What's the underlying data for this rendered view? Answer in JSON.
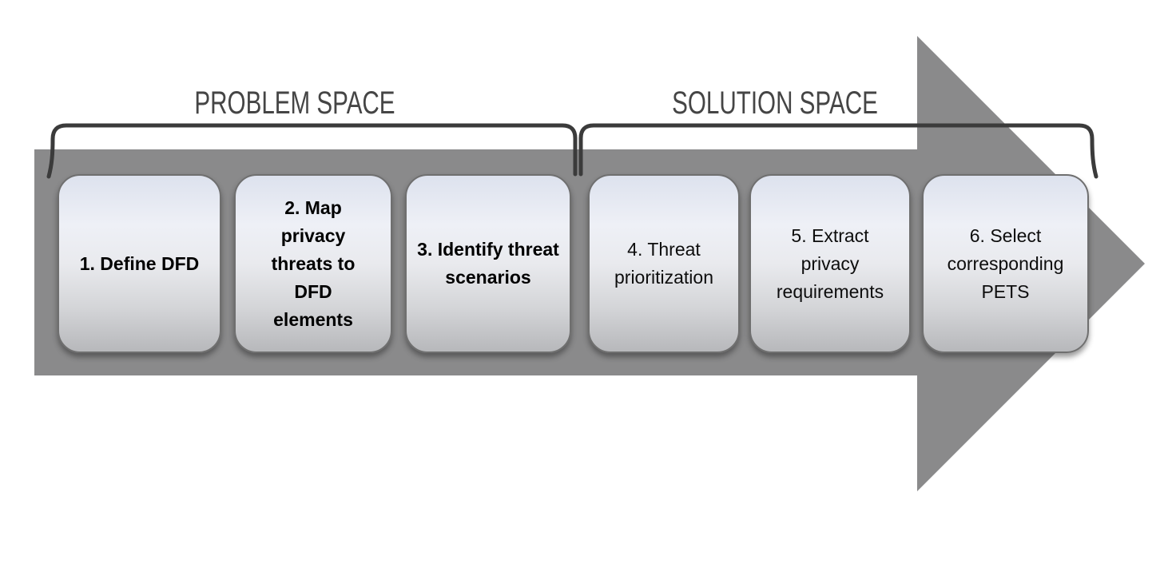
{
  "diagram": {
    "type": "process-flow-arrow",
    "spaces": {
      "problem": {
        "label": "PROBLEM SPACE",
        "covers_steps": [
          1,
          2,
          3
        ]
      },
      "solution": {
        "label": "SOLUTION SPACE",
        "covers_steps": [
          4,
          5,
          6
        ]
      }
    },
    "steps": [
      {
        "number": 1,
        "label": "1. Define DFD",
        "space": "problem",
        "emphasis": "bold"
      },
      {
        "number": 2,
        "label": "2. Map privacy threats to DFD elements",
        "space": "problem",
        "emphasis": "bold"
      },
      {
        "number": 3,
        "label": "3. Identify threat scenarios",
        "space": "problem",
        "emphasis": "bold"
      },
      {
        "number": 4,
        "label": "4. Threat prioritization",
        "space": "solution",
        "emphasis": "regular"
      },
      {
        "number": 5,
        "label": "5. Extract privacy requirements",
        "space": "solution",
        "emphasis": "regular"
      },
      {
        "number": 6,
        "label": "6. Select corresponding PETS",
        "space": "solution",
        "emphasis": "regular"
      }
    ],
    "colors": {
      "arrow_fill": "#8a8a8b",
      "bracket_stroke": "#3b3b3b",
      "box_border": "#6f6f6f",
      "box_gradient_top": "#dde2ee",
      "box_gradient_bottom": "#b7b8bb",
      "label_text": "#454545",
      "step_text": "#0d0d0d",
      "background": "#ffffff"
    }
  }
}
